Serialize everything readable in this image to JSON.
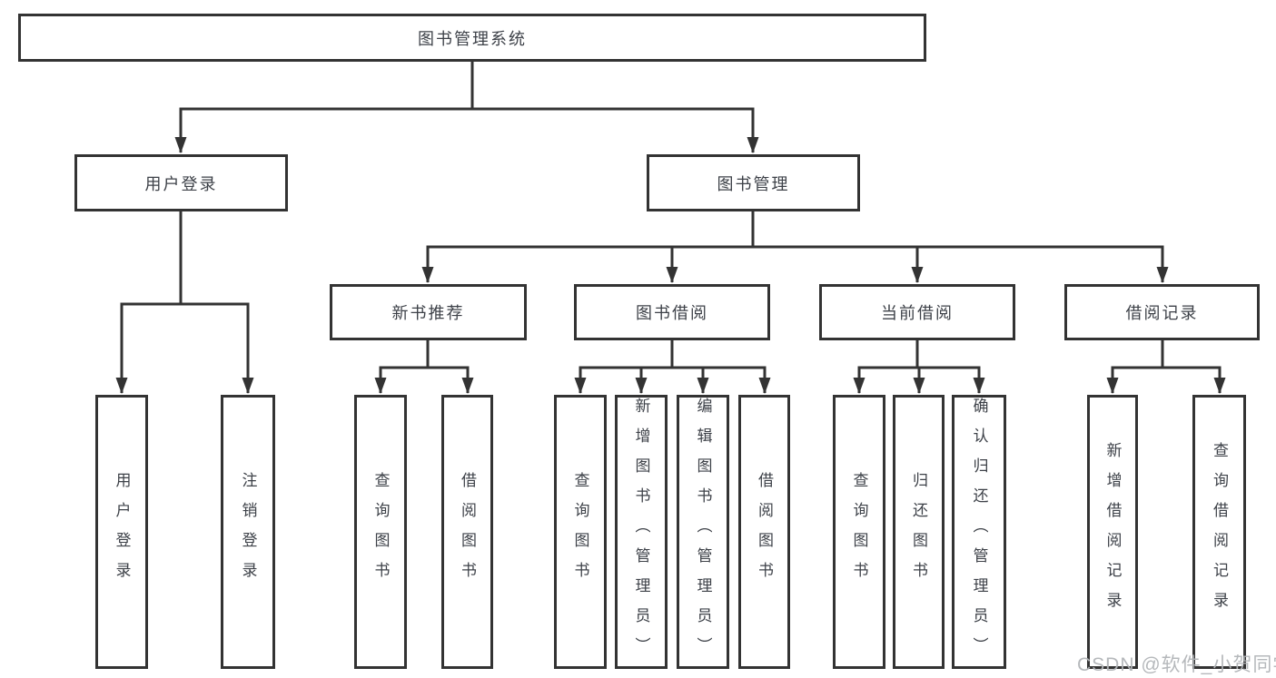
{
  "tree": {
    "root": {
      "label": "图书管理系统",
      "children": [
        {
          "label": "用户登录",
          "children": [
            {
              "label": "用户登录"
            },
            {
              "label": "注销登录"
            }
          ]
        },
        {
          "label": "图书管理",
          "children": [
            {
              "label": "新书推荐",
              "children": [
                {
                  "label": "查询图书"
                },
                {
                  "label": "借阅图书"
                }
              ]
            },
            {
              "label": "图书借阅",
              "children": [
                {
                  "label": "查询图书"
                },
                {
                  "label": "新增图书（管理员）"
                },
                {
                  "label": "编辑图书（管理员）"
                },
                {
                  "label": "借阅图书"
                }
              ]
            },
            {
              "label": "当前借阅",
              "children": [
                {
                  "label": "查询图书"
                },
                {
                  "label": "归还图书"
                },
                {
                  "label": "确认归还（管理员）"
                }
              ]
            },
            {
              "label": "借阅记录",
              "children": [
                {
                  "label": "新增借阅记录"
                },
                {
                  "label": "查询借阅记录"
                }
              ]
            }
          ]
        }
      ]
    }
  },
  "watermark": {
    "text": "CSDN @软件_小贺同学"
  },
  "colors": {
    "line": "#333333",
    "text": "#3d4148",
    "box_bg": "#ffffff",
    "background": "#ffffff",
    "watermark": "#b2b5b8"
  }
}
